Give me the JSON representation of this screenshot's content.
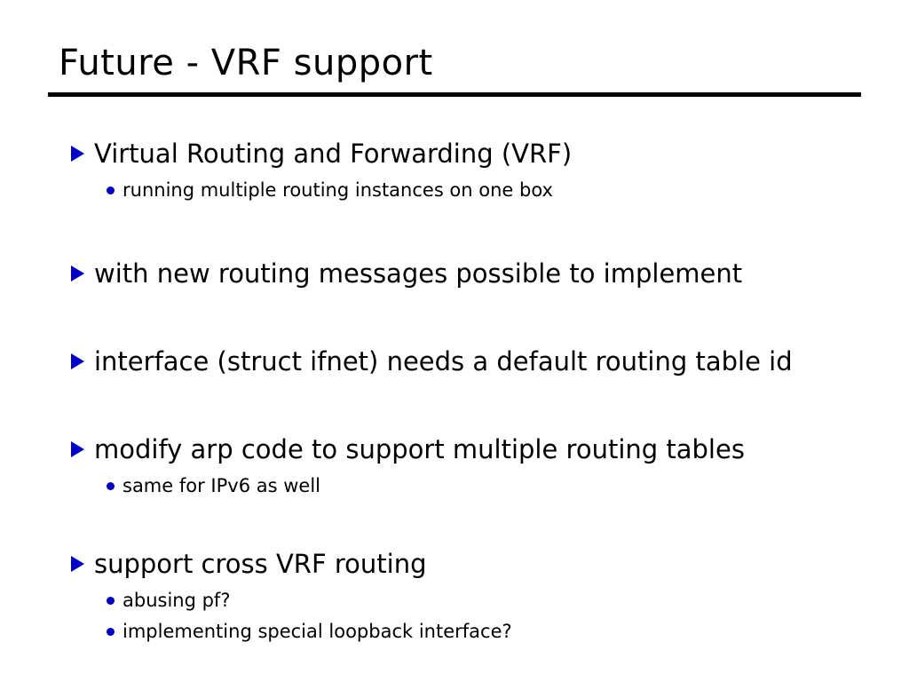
{
  "title": "Future - VRF support",
  "accent_color": "#0000cc",
  "bullets": [
    {
      "text": "Virtual Routing and Forwarding (VRF)",
      "subs": [
        "running multiple routing instances on one box"
      ]
    },
    {
      "text": "with new routing messages possible to implement",
      "subs": []
    },
    {
      "text": "interface (struct ifnet) needs a default routing table id",
      "subs": []
    },
    {
      "text": "modify arp code to support multiple routing tables",
      "subs": [
        "same for IPv6 as well"
      ]
    },
    {
      "text": "support cross VRF routing",
      "subs": [
        "abusing pf?",
        "implementing special loopback interface?"
      ]
    }
  ]
}
